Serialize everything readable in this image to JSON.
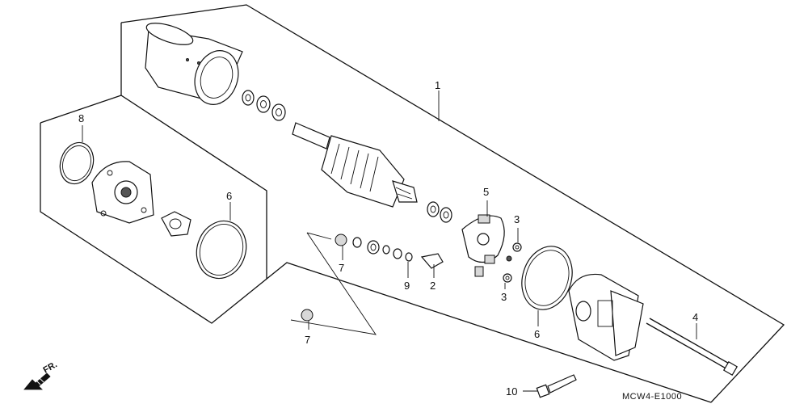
{
  "labels": {
    "l1": "1",
    "l2": "2",
    "l3a": "3",
    "l3b": "3",
    "l4": "4",
    "l5": "5",
    "l6a": "6",
    "l6b": "6",
    "l7a": "7",
    "l7b": "7",
    "l8": "8",
    "l9": "9",
    "l10": "10"
  },
  "diagram_code": "MCW4-E1000",
  "direction_label": "FR."
}
